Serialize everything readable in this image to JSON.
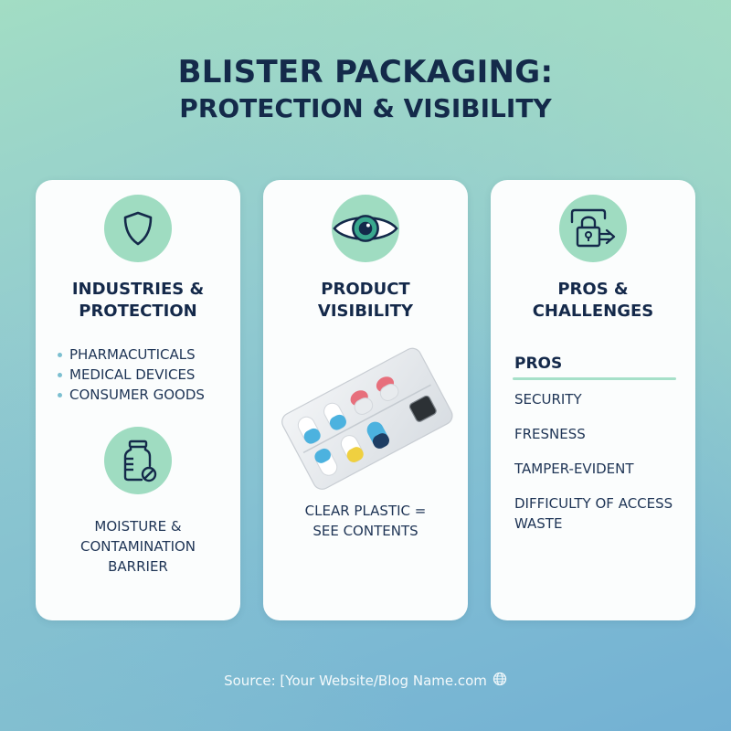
{
  "header": {
    "title_line1": "BLISTER PACKAGING:",
    "title_line2": "PROTECTION & VISIBILITY"
  },
  "cards": [
    {
      "icon": "shield-icon",
      "title_line1": "INDUSTRIES &",
      "title_line2": "PROTECTION",
      "bullets": [
        "PHARMACUTICALS",
        "MEDICAL DEVICES",
        "CONSUMER GOODS"
      ],
      "sub_icon": "bottle-no-contamination-icon",
      "sub_text_lines": [
        "MOISTURE &",
        "CONTAMINATION",
        "BARRIER"
      ]
    },
    {
      "icon": "eye-icon",
      "title_line1": "PRODUCT",
      "title_line2": "VISIBILITY",
      "image": "blister-pack-pills-image",
      "caption_lines": [
        "CLEAR PLASTIC =",
        "SEE CONTENTS"
      ]
    },
    {
      "icon": "padlock-exit-icon",
      "title_line1": "PROS &",
      "title_line2": "CHALLENGES",
      "section_heading": "PROS",
      "items": [
        "SECURITY",
        "FRESNESS",
        "TAMPER-EVIDENT",
        "DIFFICULTY OF ACCESS",
        "WASTE"
      ]
    }
  ],
  "colors": {
    "title": "#142a4a",
    "icon_circle": "#9fdcc1",
    "bullet": "#7bbfd0",
    "card_bg": "#fbfdfd",
    "underline": "#a6e0c9"
  },
  "footer": {
    "source_text": "Source: [Your Website/Blog Name.com",
    "icon": "globe-icon"
  }
}
